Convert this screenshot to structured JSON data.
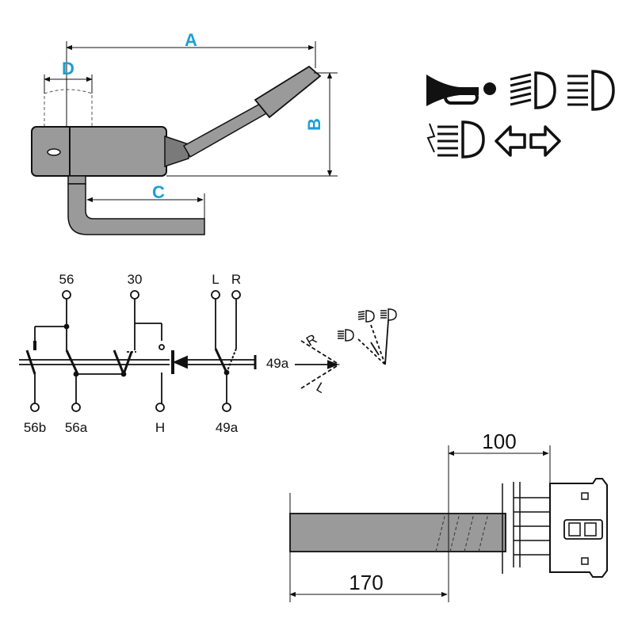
{
  "top_view": {
    "dimensions": {
      "a": "A",
      "b": "B",
      "c": "C",
      "d": "D"
    },
    "colors": {
      "dimension_text": "#1a9fd6",
      "body_fill": "#9a9a9a",
      "line": "#111111"
    }
  },
  "symbols": {
    "icons": [
      "horn-icon",
      "low-beam-icon",
      "high-beam-icon",
      "headlight-flash-icon",
      "turn-left-arrow-icon",
      "turn-right-arrow-icon"
    ]
  },
  "circuit": {
    "terminals": {
      "t56": "56",
      "t30": "30",
      "tL": "L",
      "tR": "R",
      "t56b": "56b",
      "t56a": "56a",
      "tH": "H",
      "t49a_bottom": "49a",
      "t49a_side": "49a"
    },
    "directions": {
      "right": "R",
      "left": "L"
    }
  },
  "side_view": {
    "measurements": {
      "connector_length": "100",
      "shaft_length": "170"
    }
  }
}
